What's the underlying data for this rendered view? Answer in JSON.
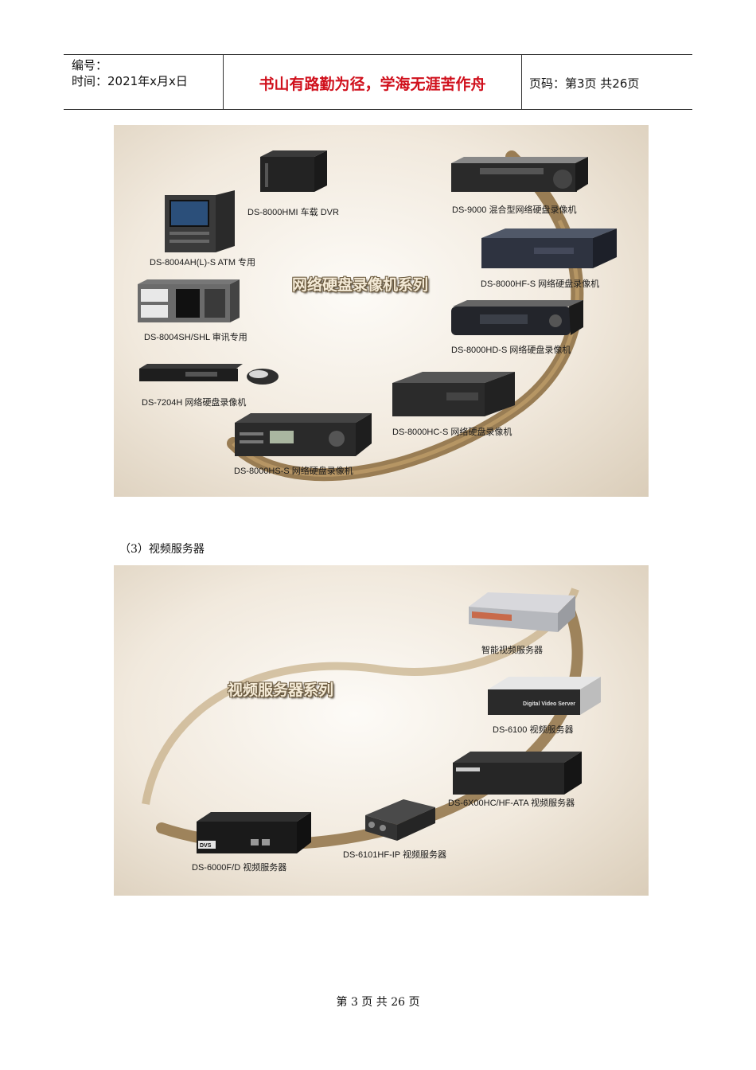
{
  "header": {
    "number_label": "编号：",
    "date_label": "时间：2021年x月x日",
    "motto": "书山有路勤为径，学海无涯苦作舟",
    "page_info": "页码：第3页  共26页"
  },
  "figure1": {
    "title": "网络硬盘录像机系列",
    "labels": {
      "hmi": "DS-8000HMI 车载 DVR",
      "atm": "DS-8004AH(L)-S ATM 专用",
      "sh": "DS-8004SH/SHL 审讯专用",
      "d7204": "DS-7204H 网络硬盘录像机",
      "hs": "DS-8000HS-S 网络硬盘录像机",
      "hc": "DS-8000HC-S 网络硬盘录像机",
      "hd": "DS-8000HD-S 网络硬盘录像机",
      "hf": "DS-8000HF-S 网络硬盘录像机",
      "d9000": "DS-9000 混合型网络硬盘录像机"
    }
  },
  "section3": {
    "heading": "（3）视频服务器"
  },
  "figure2": {
    "title": "视频服务器系列",
    "labels": {
      "smart": "智能视频服务器",
      "ds6100": "DS-6100 视频服务器",
      "ds6x00": "DS-6X00HC/HF-ATA 视频服务器",
      "ds6101": "DS-6101HF-IP 视频服务器",
      "ds6000": "DS-6000F/D 视频服务器"
    },
    "device_texts": {
      "dvs_badge": "DVS",
      "server_text": "Digital Video Server"
    }
  },
  "footer": {
    "page_text": "第 3 页 共 26 页"
  }
}
